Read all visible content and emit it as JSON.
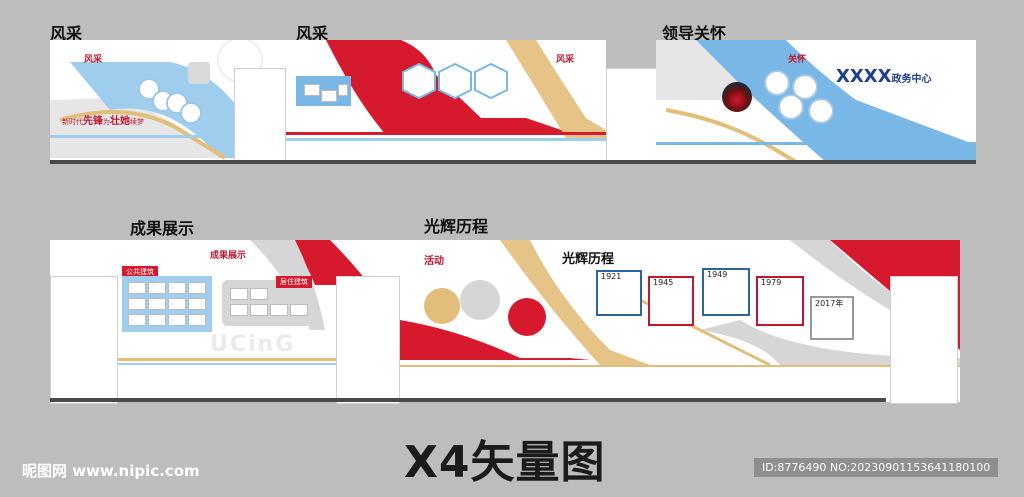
{
  "titles": {
    "t1": "风采",
    "t2": "风采",
    "t3": "领导关怀",
    "t4": "成果展示",
    "t5": "光辉历程"
  },
  "panel1": {
    "logo": "风采",
    "slogan_part1": "新时代",
    "slogan_part2": "先锋",
    "slogan_part3": "为",
    "slogan_part4": "壮她",
    "slogan_part5": "续梦"
  },
  "panel2": {
    "logo": "风采"
  },
  "panel3": {
    "logo": "关怀",
    "center_name": "XXXX",
    "center_suffix": "政务中心"
  },
  "panel4": {
    "logo": "成果展示",
    "tag_left": "公共建筑",
    "tag_right": "居住建筑",
    "watermark": "UCinG"
  },
  "panel5": {
    "logo": "活动",
    "heading": "光辉历程",
    "years": [
      "1921",
      "1945",
      "1949",
      "1979",
      "2017年"
    ]
  },
  "caption": "X4矢量图",
  "watermark_site": "昵图网 www.nipic.com",
  "id_text": "ID:8776490 NO:20230901153641180100",
  "colors": {
    "red": "#d7192e",
    "blue": "#79b8e6",
    "gold": "#e3be7a",
    "grey": "#d6d6d6"
  }
}
